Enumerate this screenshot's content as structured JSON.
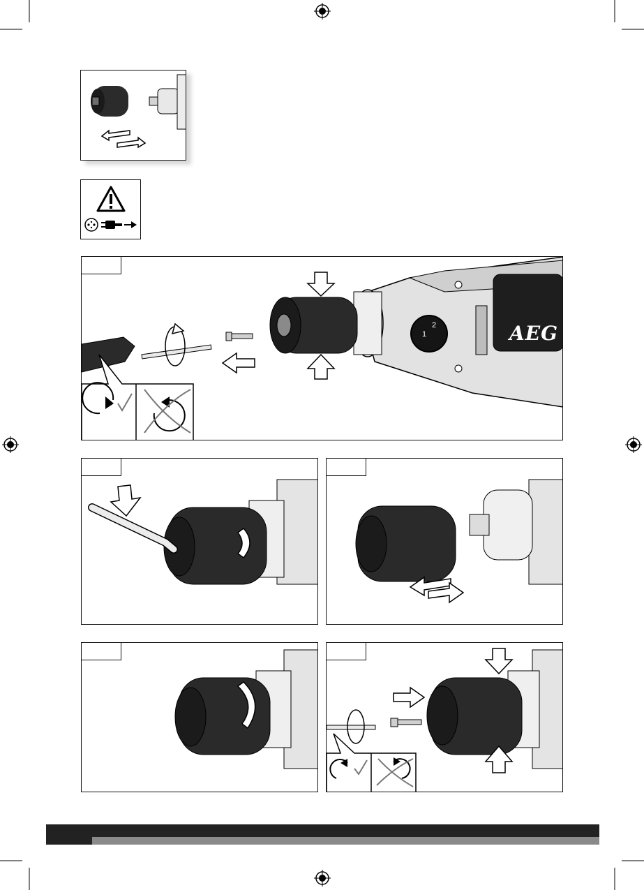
{
  "brand": {
    "logo_text": "AEG"
  },
  "dial": {
    "setting_1": "1",
    "setting_2": "2"
  },
  "colors": {
    "ink": "#111111",
    "chuck": "#2a2a2a",
    "housing": "#d9d9d9",
    "footer_dark": "#222222",
    "footer_gray": "#8a8a8a"
  },
  "icons": {
    "registration_marks": "crosshair-circle",
    "warning": "warning-triangle-icon",
    "unplug": "unplug-icon",
    "rotate_ok": "rotate-check-icon",
    "rotate_wrong": "rotate-crossed-icon"
  }
}
